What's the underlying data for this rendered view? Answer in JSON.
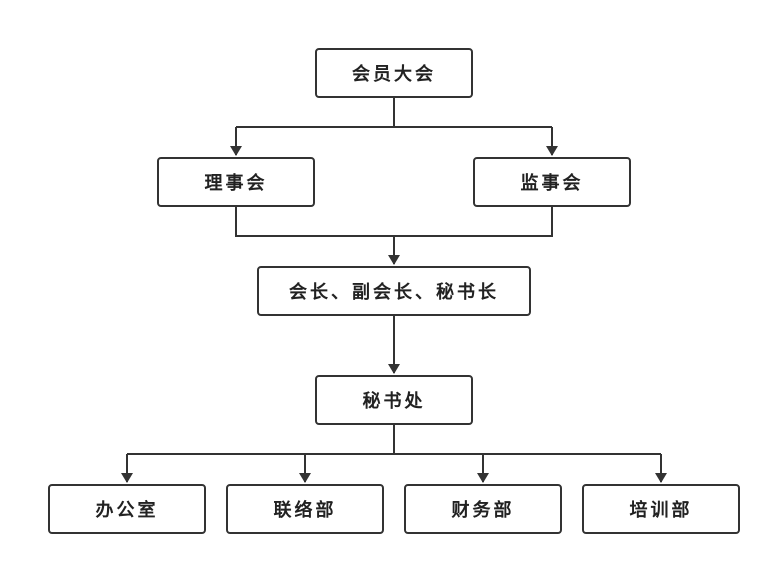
{
  "org_chart": {
    "general_assembly": "会员大会",
    "council": "理事会",
    "supervisory_board": "监事会",
    "leadership": "会长、副会长、秘书长",
    "secretariat": "秘书处",
    "departments": {
      "office": "办公室",
      "liaison": "联络部",
      "finance": "财务部",
      "training": "培训部"
    }
  }
}
